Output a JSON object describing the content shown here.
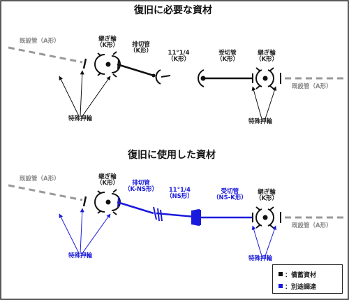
{
  "top": {
    "title": "復旧に必要な資材",
    "existing_left": "既設管（A形）",
    "existing_right": "既設管（A形）",
    "tsugiwa_left": [
      "継ぎ輪",
      "（K形）"
    ],
    "haisetsu": [
      "排切管",
      "（K形）"
    ],
    "bend": [
      "11°1/4",
      "（K形）"
    ],
    "ukesetsu": [
      "受切管",
      "（K形）"
    ],
    "tsugiwa_right": [
      "継ぎ輪",
      "（K形）"
    ],
    "oshiwa_left": "特殊押輪",
    "oshiwa_right": "特殊押輪"
  },
  "bottom": {
    "title": "復旧に使用した資材",
    "existing_left": "既設管（A形）",
    "existing_right": "既設管（A形）",
    "tsugiwa_left": [
      "継ぎ輪",
      "（K形）"
    ],
    "haisetsu": [
      "排切管",
      "（K-NS形）"
    ],
    "bend": [
      "11°1/4",
      "（NS形）"
    ],
    "ukesetsu": [
      "受切管",
      "（NS-K形）"
    ],
    "tsugiwa_right": [
      "継ぎ輪",
      "（K形）"
    ],
    "oshiwa_left": "特殊押輪",
    "oshiwa_right": "特殊押輪"
  },
  "legend": {
    "stock": "：備蓄資材",
    "separate": "：別途調達"
  },
  "colors": {
    "stock": "#111111",
    "separate": "#1a1adc",
    "existing": "#888888"
  }
}
